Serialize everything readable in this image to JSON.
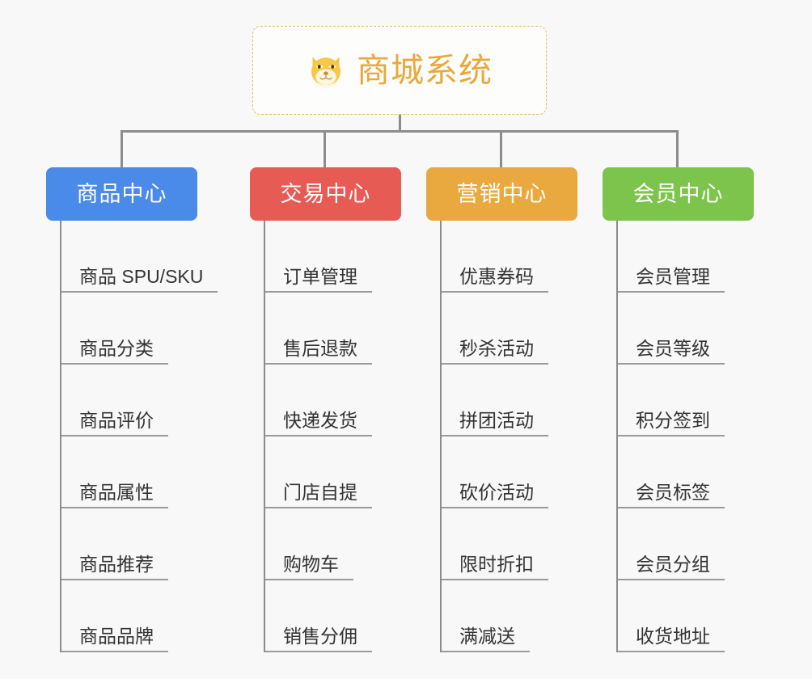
{
  "canvas": {
    "background_color": "#f8f8f8",
    "connector_color": "#8c8c8c"
  },
  "root": {
    "title": "商城系统",
    "icon": "shiba-dog-face-icon",
    "text_color": "#e8a93c",
    "border_color": "#e7b96a"
  },
  "branches": [
    {
      "label": "商品中心",
      "color": "#4a8ae8",
      "items": [
        "商品 SPU/SKU",
        "商品分类",
        "商品评价",
        "商品属性",
        "商品推荐",
        "商品品牌"
      ]
    },
    {
      "label": "交易中心",
      "color": "#e65b54",
      "items": [
        "订单管理",
        "售后退款",
        "快递发货",
        "门店自提",
        "购物车",
        "销售分佣"
      ]
    },
    {
      "label": "营销中心",
      "color": "#eaa93e",
      "items": [
        "优惠券码",
        "秒杀活动",
        "拼团活动",
        "砍价活动",
        "限时折扣",
        "满减送"
      ]
    },
    {
      "label": "会员中心",
      "color": "#7cc44c",
      "items": [
        "会员管理",
        "会员等级",
        "积分签到",
        "会员标签",
        "会员分组",
        "收货地址"
      ]
    }
  ]
}
